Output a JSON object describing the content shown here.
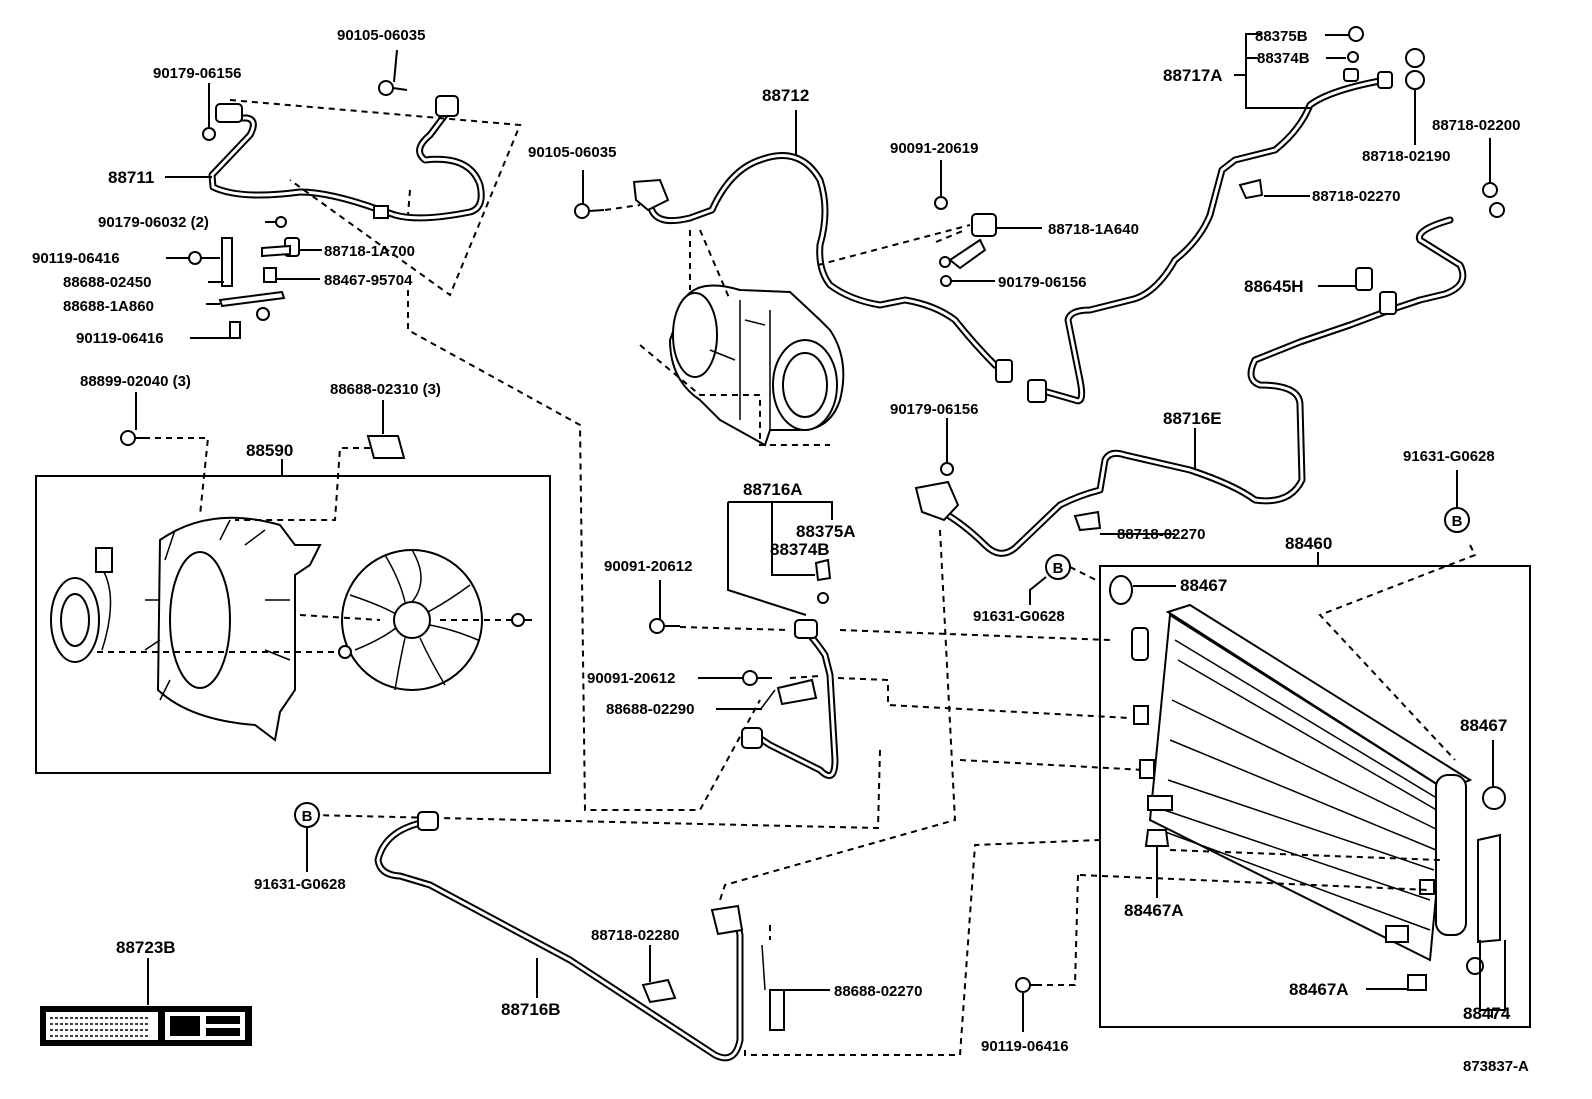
{
  "diagram_id": "873837-A",
  "callouts": {
    "p90105_06035_a": "90105-06035",
    "p90179_06156_a": "90179-06156",
    "p88711": "88711",
    "p90179_06032": "90179-06032 (2)",
    "p90119_06416_a": "90119-06416",
    "p88718_1a700": "88718-1A700",
    "p88688_02450": "88688-02450",
    "p88467_95704": "88467-95704",
    "p88688_1a860": "88688-1A860",
    "p90119_06416_b": "90119-06416",
    "p88899_02040": "88899-02040 (3)",
    "p88688_02310": "88688-02310 (3)",
    "p88590": "88590",
    "p88712": "88712",
    "p90105_06035_b": "90105-06035",
    "p90091_20619": "90091-20619",
    "p88718_1a640": "88718-1A640",
    "p90179_06156_b": "90179-06156",
    "p88375b": "88375B",
    "p88374b_top": "88374B",
    "p88717a": "88717A",
    "p88718_02190": "88718-02190",
    "p88718_02200": "88718-02200",
    "p88718_02270_a": "88718-02270",
    "p88645h": "88645H",
    "p90179_06156_c": "90179-06156",
    "p88716e": "88716E",
    "p88718_02270_b": "88718-02270",
    "p91631_g0628_a": "91631-G0628",
    "p88716a": "88716A",
    "p88375a": "88375A",
    "p88374b_mid": "88374B",
    "p90091_20612_a": "90091-20612",
    "p90091_20612_b": "90091-20612",
    "p88688_02290": "88688-02290",
    "p91631_g0628_b": "91631-G0628",
    "p88460": "88460",
    "p88467_a": "88467",
    "p88467_b": "88467",
    "p88467a_a": "88467A",
    "p88467a_b": "88467A",
    "p88474": "88474",
    "p91631_g0628_c": "91631-G0628",
    "p88718_02280": "88718-02280",
    "p88688_02270": "88688-02270",
    "p88716b": "88716B",
    "p90119_06416_c": "90119-06416",
    "p88723b": "88723B"
  },
  "ref_marker": "B"
}
